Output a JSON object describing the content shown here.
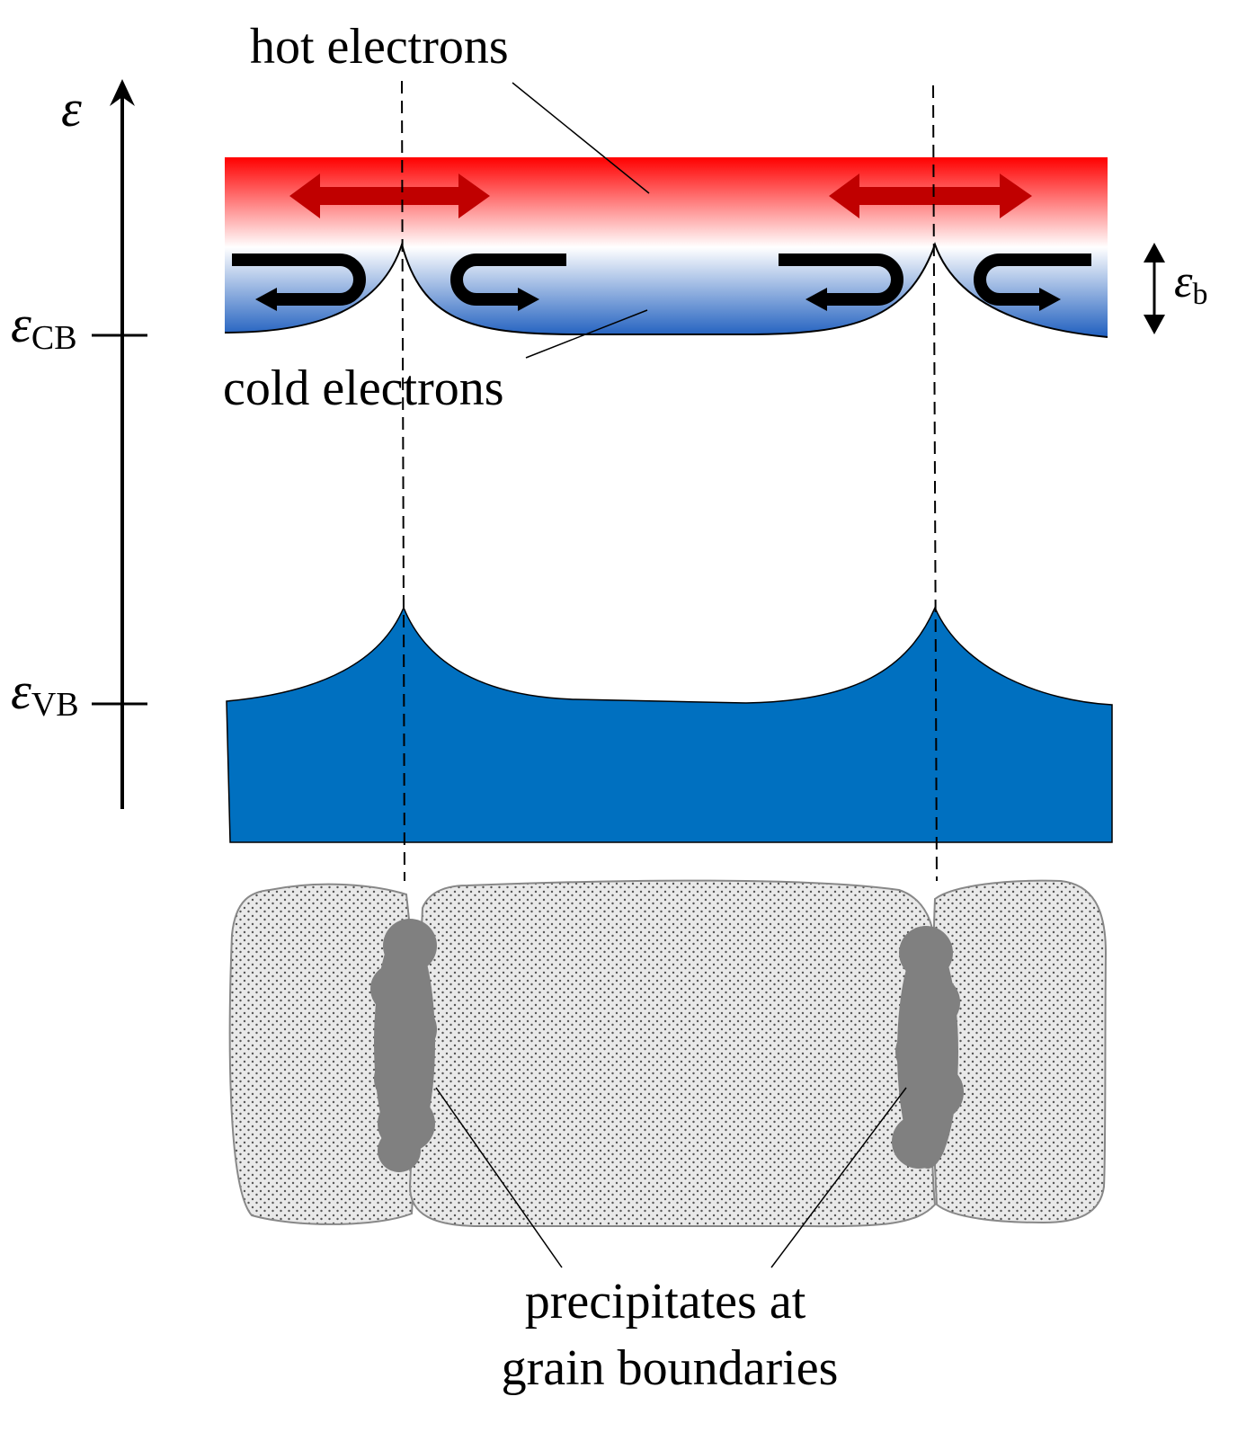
{
  "labels": {
    "hot_electrons": "hot electrons",
    "cold_electrons": "cold electrons",
    "energy_axis": "ε",
    "cb_symbol": "ε",
    "cb_sub": "CB",
    "vb_symbol": "ε",
    "vb_sub": "VB",
    "barrier_symbol": "ε",
    "barrier_sub": "b",
    "precipitates_line1": "precipitates at",
    "precipitates_line2": "grain boundaries"
  },
  "colors": {
    "hot": "#ff0000",
    "cold": "#1f5fbf",
    "valence_band": "#0070c0",
    "hot_arrow": "#c00000",
    "grain_fill": "#e6e6e6",
    "precipitate": "#808080"
  }
}
